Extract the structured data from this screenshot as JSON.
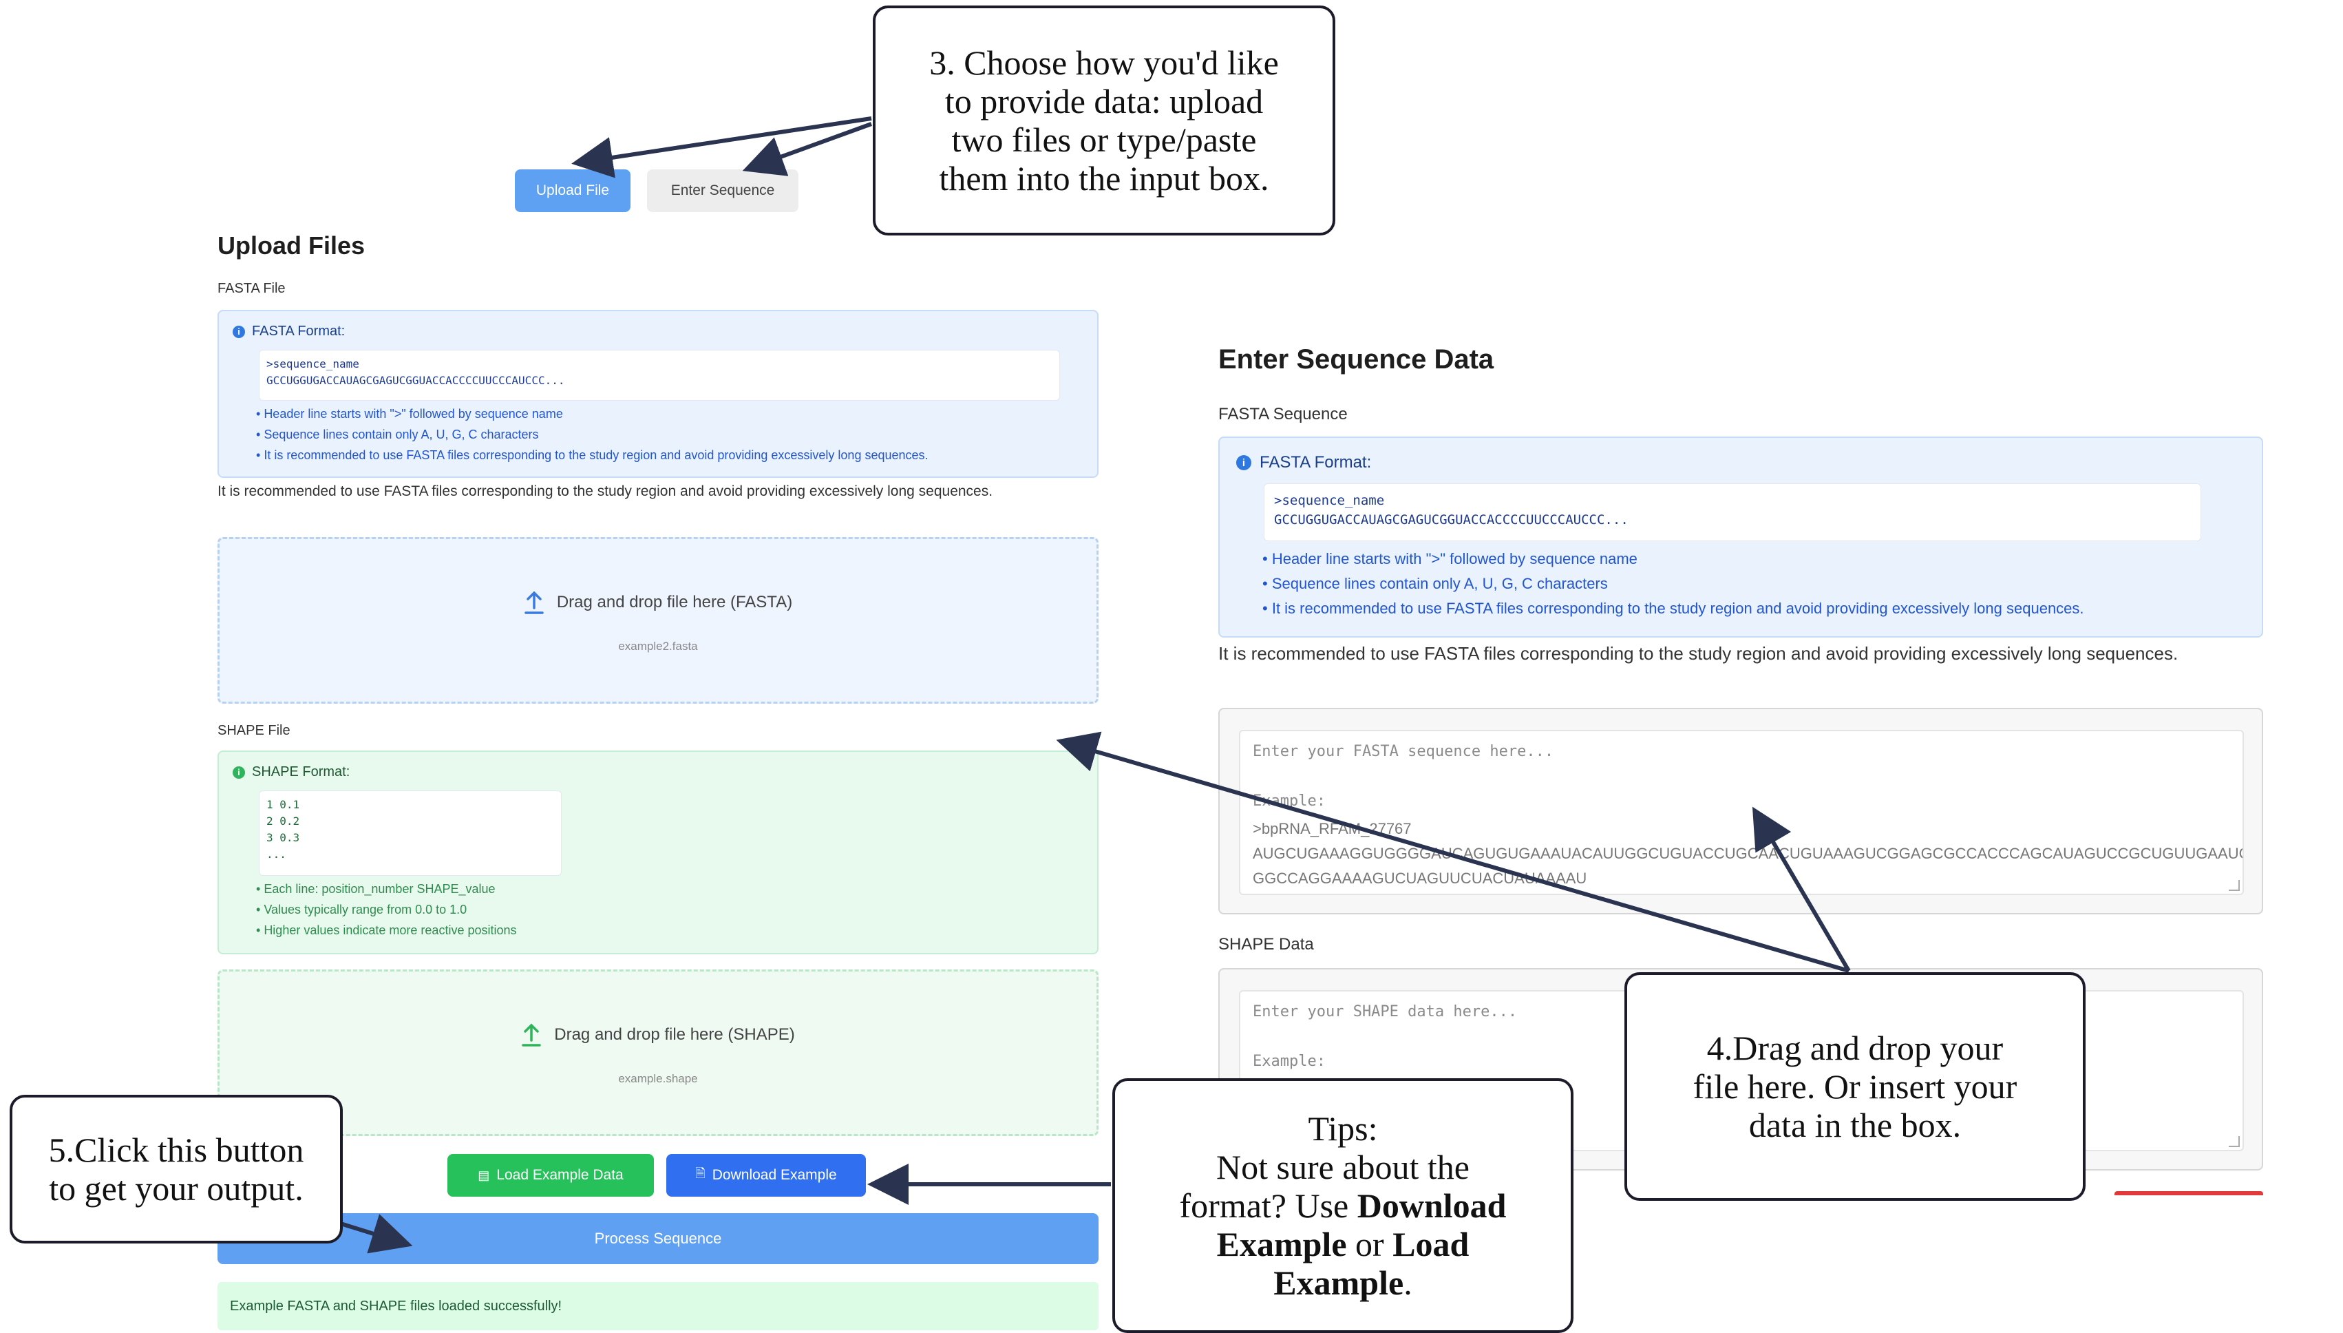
{
  "toggle": {
    "upload_label": "Upload File",
    "enter_label": "Enter Sequence"
  },
  "upload_panel": {
    "title": "Upload Files",
    "fasta_label": "FASTA File",
    "fasta_info": {
      "title": "FASTA Format:",
      "code_lines": [
        ">sequence_name",
        "GCCUGGUGACCAUAGCGAGUCGGUACCACCCCUUCCCAUCCC..."
      ],
      "bullets": [
        "Header line starts with \">\" followed by sequence name",
        "Sequence lines contain only A, U, G, C characters",
        "It is recommended to use FASTA files corresponding to the study region and avoid providing excessively long sequences."
      ]
    },
    "recommend_text": "It is recommended to use FASTA files corresponding to the study region and avoid providing excessively long sequences.",
    "fasta_drop": {
      "main": "Drag and drop file here (FASTA)",
      "file": "example2.fasta"
    },
    "shape_label": "SHAPE File",
    "shape_info": {
      "title": "SHAPE Format:",
      "code_lines": [
        "1 0.1",
        "2 0.2",
        "3 0.3",
        "..."
      ],
      "bullets": [
        "Each line: position_number SHAPE_value",
        "Values typically range from 0.0 to 1.0",
        "Higher values indicate more reactive positions"
      ]
    },
    "shape_drop": {
      "main": "Drag and drop file here (SHAPE)",
      "file": "example.shape"
    },
    "load_example_label": "Load Example Data",
    "download_example_label": "Download Example",
    "process_label": "Process Sequence",
    "success_message": "Example FASTA and SHAPE files loaded successfully!"
  },
  "enter_panel": {
    "title": "Enter Sequence Data",
    "fasta_label": "FASTA Sequence",
    "fasta_info": {
      "title": "FASTA Format:",
      "code_lines": [
        ">sequence_name",
        "GCCUGGUGACCAUAGCGAGUCGGUACCACCCCUUCCCAUCCC..."
      ],
      "bullets": [
        "Header line starts with \">\" followed by sequence name",
        "Sequence lines contain only A, U, G, C characters",
        "It is recommended to use FASTA files corresponding to the study region and avoid providing excessively long sequences."
      ]
    },
    "recommend_text": "It is recommended to use FASTA files corresponding to the study region and avoid providing excessively long sequences.",
    "fasta_textarea": {
      "placeholder": "Enter your FASTA sequence here...",
      "example_label": "Example:",
      "example_lines": [
        ">bpRNA_RFAM_27767",
        "AUGCUGAAAGGUGGGGAUCAGUGUGAAAUACAUUGGCUGUACCUGCAACUGUAAAGUCGGAGCGCCACCCAGCAUAGUCCGCUGUUGAAUGAA",
        "GGCCAGGAAAAGUCUAGUUCUACUAUAAAAU"
      ]
    },
    "shape_label": "SHAPE Data",
    "shape_textarea": {
      "placeholder": "Enter your SHAPE data here...",
      "example_label": "Example:"
    }
  },
  "callouts": {
    "step3": [
      "3. Choose how you'd like",
      "to provide data: upload",
      "two files or type/paste",
      "them into the input box."
    ],
    "step4": [
      "4.Drag and drop your",
      "file here. Or insert your",
      "data in the box."
    ],
    "step5": [
      "5.Click this button",
      "to get your output."
    ],
    "tips": {
      "title": "Tips:",
      "line1": "Not sure about the",
      "line2_pre": "format? Use ",
      "line2_bold": "Download",
      "line3_bold1": "Example",
      "line3_mid": " or ",
      "line3_bold2": "Load",
      "line4_bold": "Example",
      "line4_post": "."
    }
  },
  "colors": {
    "primary_blue": "#5ea1f2",
    "button_blue": "#2f6ff0",
    "button_green": "#26c15a",
    "arrow": "#2a3350"
  }
}
